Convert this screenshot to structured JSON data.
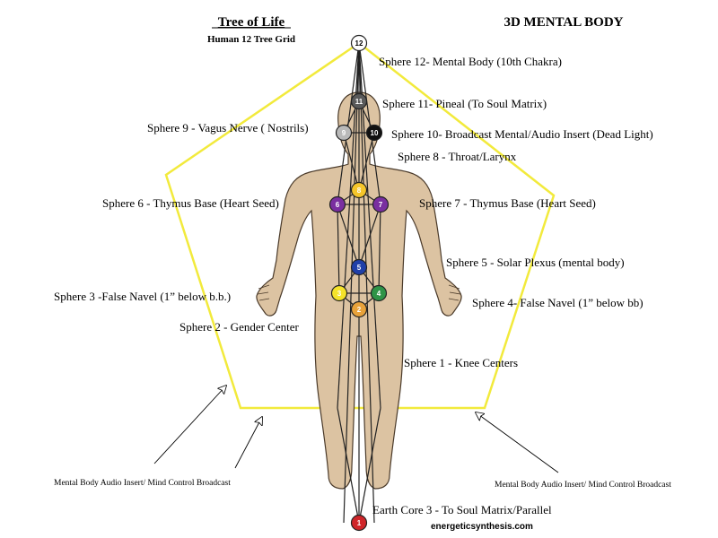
{
  "header": {
    "title": "Tree of Life",
    "subtitle": "Human 12 Tree Grid",
    "right_title": "3D  MENTAL BODY"
  },
  "colors": {
    "pentagon": "#f2ea3c",
    "body_fill": "#dcc3a2",
    "body_stroke": "#4a3a2a"
  },
  "spheres": [
    {
      "num": "1",
      "color": "#d0262a",
      "text": "#ffffff"
    },
    {
      "num": "2",
      "color": "#e8a23a",
      "text": "#ffffff"
    },
    {
      "num": "3",
      "color": "#f5e32a",
      "text": "#ffffff"
    },
    {
      "num": "4",
      "color": "#2f9447",
      "text": "#ffffff"
    },
    {
      "num": "5",
      "color": "#1f3fa8",
      "text": "#ffffff"
    },
    {
      "num": "6",
      "color": "#7a2fa0",
      "text": "#ffffff"
    },
    {
      "num": "7",
      "color": "#7a2fa0",
      "text": "#ffffff"
    },
    {
      "num": "8",
      "color": "#f5c52a",
      "text": "#ffffff"
    },
    {
      "num": "9",
      "color": "#b9b9b9",
      "text": "#ffffff"
    },
    {
      "num": "10",
      "color": "#111111",
      "text": "#ffffff"
    },
    {
      "num": "11",
      "color": "#5a5a5a",
      "text": "#ffffff"
    },
    {
      "num": "12",
      "color": "#ffffff",
      "text": "#000000"
    }
  ],
  "labels": {
    "s12": "Sphere 12- Mental Body (10th Chakra)",
    "s11": "Sphere 11- Pineal (To Soul Matrix)",
    "s9": "Sphere 9 - Vagus Nerve ( Nostrils)",
    "s10": "Sphere 10- Broadcast Mental/Audio Insert (Dead Light)",
    "s8": "Sphere 8 - Throat/Larynx",
    "s6": "Sphere 6 - Thymus Base (Heart Seed)",
    "s7": "Sphere 7 - Thymus Base (Heart Seed)",
    "s5": "Sphere 5 - Solar Plexus (mental body)",
    "s3": "Sphere 3 -False Navel (1” below b.b.)",
    "s4": "Sphere 4- False Navel (1” below bb)",
    "s2": "Sphere 2 - Gender Center",
    "s1": "Sphere 1 - Knee Centers",
    "earth": "Earth Core 3 - To Soul Matrix/Parallel"
  },
  "annotations": {
    "left": "Mental Body Audio Insert/ Mind Control Broadcast",
    "right": "Mental Body Audio Insert/ Mind Control Broadcast"
  },
  "footer": {
    "url": "energeticsynthesis.com"
  }
}
